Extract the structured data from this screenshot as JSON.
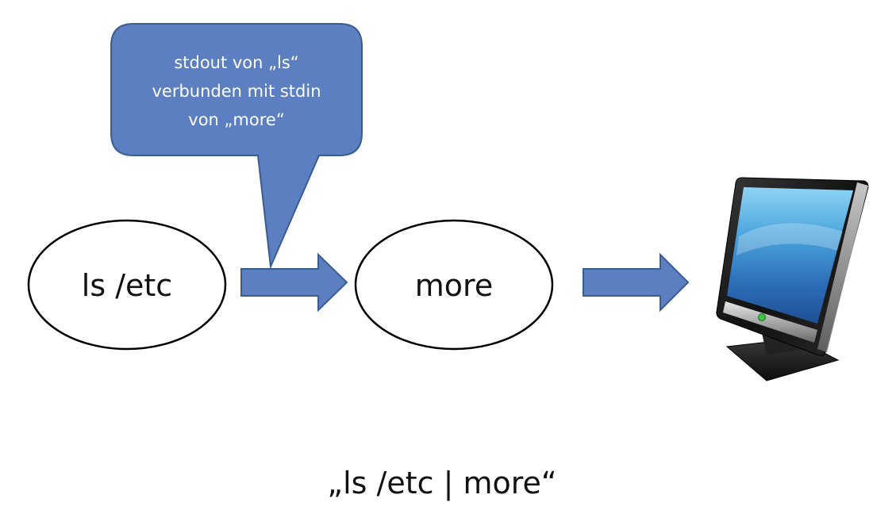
{
  "diagram": {
    "callout": {
      "lines": [
        "stdout von „ls“",
        "verbunden mit stdin",
        "von „more“"
      ]
    },
    "nodes": [
      {
        "label": "ls /etc"
      },
      {
        "label": "more"
      }
    ],
    "caption": "„ls /etc | more“"
  },
  "colors": {
    "callout_fill": "#5b7fc0",
    "callout_stroke": "#3b5c8f",
    "arrow_fill": "#5b7fc0",
    "arrow_stroke": "#3b5c8f",
    "node_stroke": "#000000",
    "monitor_frame": "#1d1d1d",
    "monitor_screen": "#3f86c8",
    "monitor_led": "#3ec04a"
  },
  "icons": {
    "monitor": "monitor-icon"
  }
}
